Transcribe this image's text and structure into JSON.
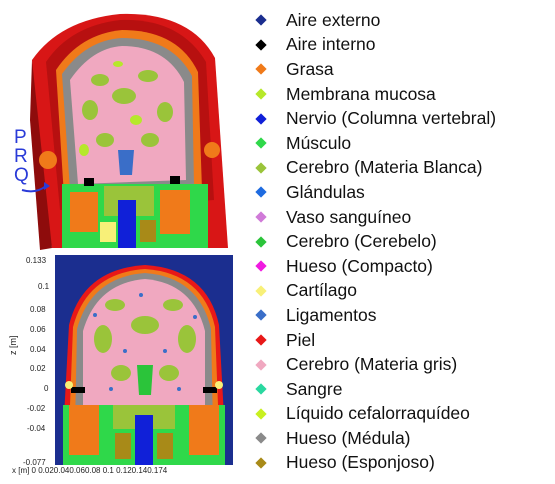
{
  "prq_letters": [
    "P",
    "R",
    "Q"
  ],
  "axis_left": {
    "label": "z [m]",
    "ticks": [
      "0.133",
      "0.1",
      "0.08",
      "0.06",
      "0.04",
      "0.02",
      "0",
      "-0.02",
      "-0.04",
      "-0.077"
    ]
  },
  "axis_bottom": {
    "text": "x [m] 0 0.020.040.060.08  0.1 0.120.140.174"
  },
  "legend": [
    {
      "label": "Aire externo",
      "color": "#1b2e8f"
    },
    {
      "label": "Aire interno",
      "color": "#000000"
    },
    {
      "label": "Grasa",
      "color": "#f07a1a"
    },
    {
      "label": "Membrana mucosa",
      "color": "#b6e82a"
    },
    {
      "label": "Nervio (Columna vertebral)",
      "color": "#1020d8"
    },
    {
      "label": "Músculo",
      "color": "#2fd84a"
    },
    {
      "label": "Cerebro (Materia Blanca)",
      "color": "#9ac43a"
    },
    {
      "label": "Glándulas",
      "color": "#1e6be0"
    },
    {
      "label": "Vaso sanguíneo",
      "color": "#d07ad8"
    },
    {
      "label": "Cerebro (Cerebelo)",
      "color": "#2bc43a"
    },
    {
      "label": "Hueso (Compacto)",
      "color": "#f01ae0"
    },
    {
      "label": "Cartílago",
      "color": "#f8f078"
    },
    {
      "label": "Ligamentos",
      "color": "#3a6ec8"
    },
    {
      "label": "Piel",
      "color": "#e81818"
    },
    {
      "label": "Cerebro (Materia gris)",
      "color": "#f0a8c0"
    },
    {
      "label": "Sangre",
      "color": "#2ad8a0"
    },
    {
      "label": "Líquido cefalorraquídeo",
      "color": "#c8f020"
    },
    {
      "label": "Hueso (Médula)",
      "color": "#8a8a8a"
    },
    {
      "label": "Hueso (Esponjoso)",
      "color": "#a88a18"
    }
  ]
}
